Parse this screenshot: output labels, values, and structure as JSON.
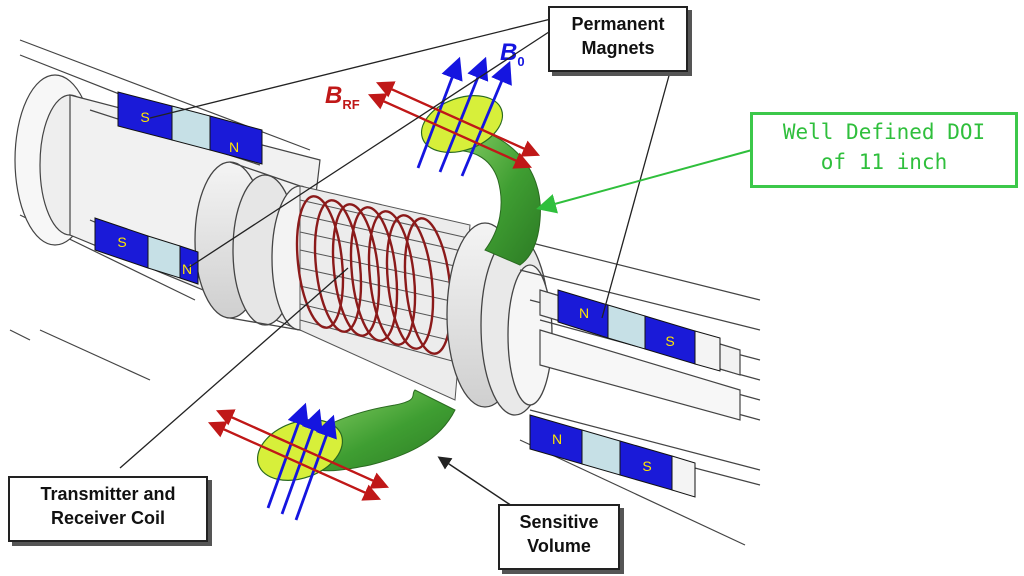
{
  "labels": {
    "permanent_magnets": [
      "Permanent",
      "Magnets"
    ],
    "well_defined_doi": [
      "Well Defined DOI",
      "of 11 inch"
    ],
    "transmitter_receiver": [
      "Transmitter and",
      "Receiver Coil"
    ],
    "sensitive_volume": [
      "Sensitive",
      "Volume"
    ],
    "b0": {
      "main": "B",
      "sub": "0"
    },
    "brf": {
      "main": "B",
      "sub": "RF"
    }
  },
  "magnet_poles": {
    "upper_left": [
      "S",
      "N"
    ],
    "lower_left": [
      "S",
      "N"
    ],
    "upper_right": [
      "N",
      "S"
    ],
    "lower_right": [
      "N",
      "S"
    ]
  },
  "colors": {
    "magnet_blue": "#1a1ad8",
    "spacer": "#c6e0e6",
    "coil": "#8b1a1a",
    "brf_arrow": "#c01818",
    "b0_arrow": "#1515e0",
    "ellipse": "#d7ef3a",
    "sensitive_band": "#3aa83a",
    "doi_green": "#2fbf3c"
  }
}
